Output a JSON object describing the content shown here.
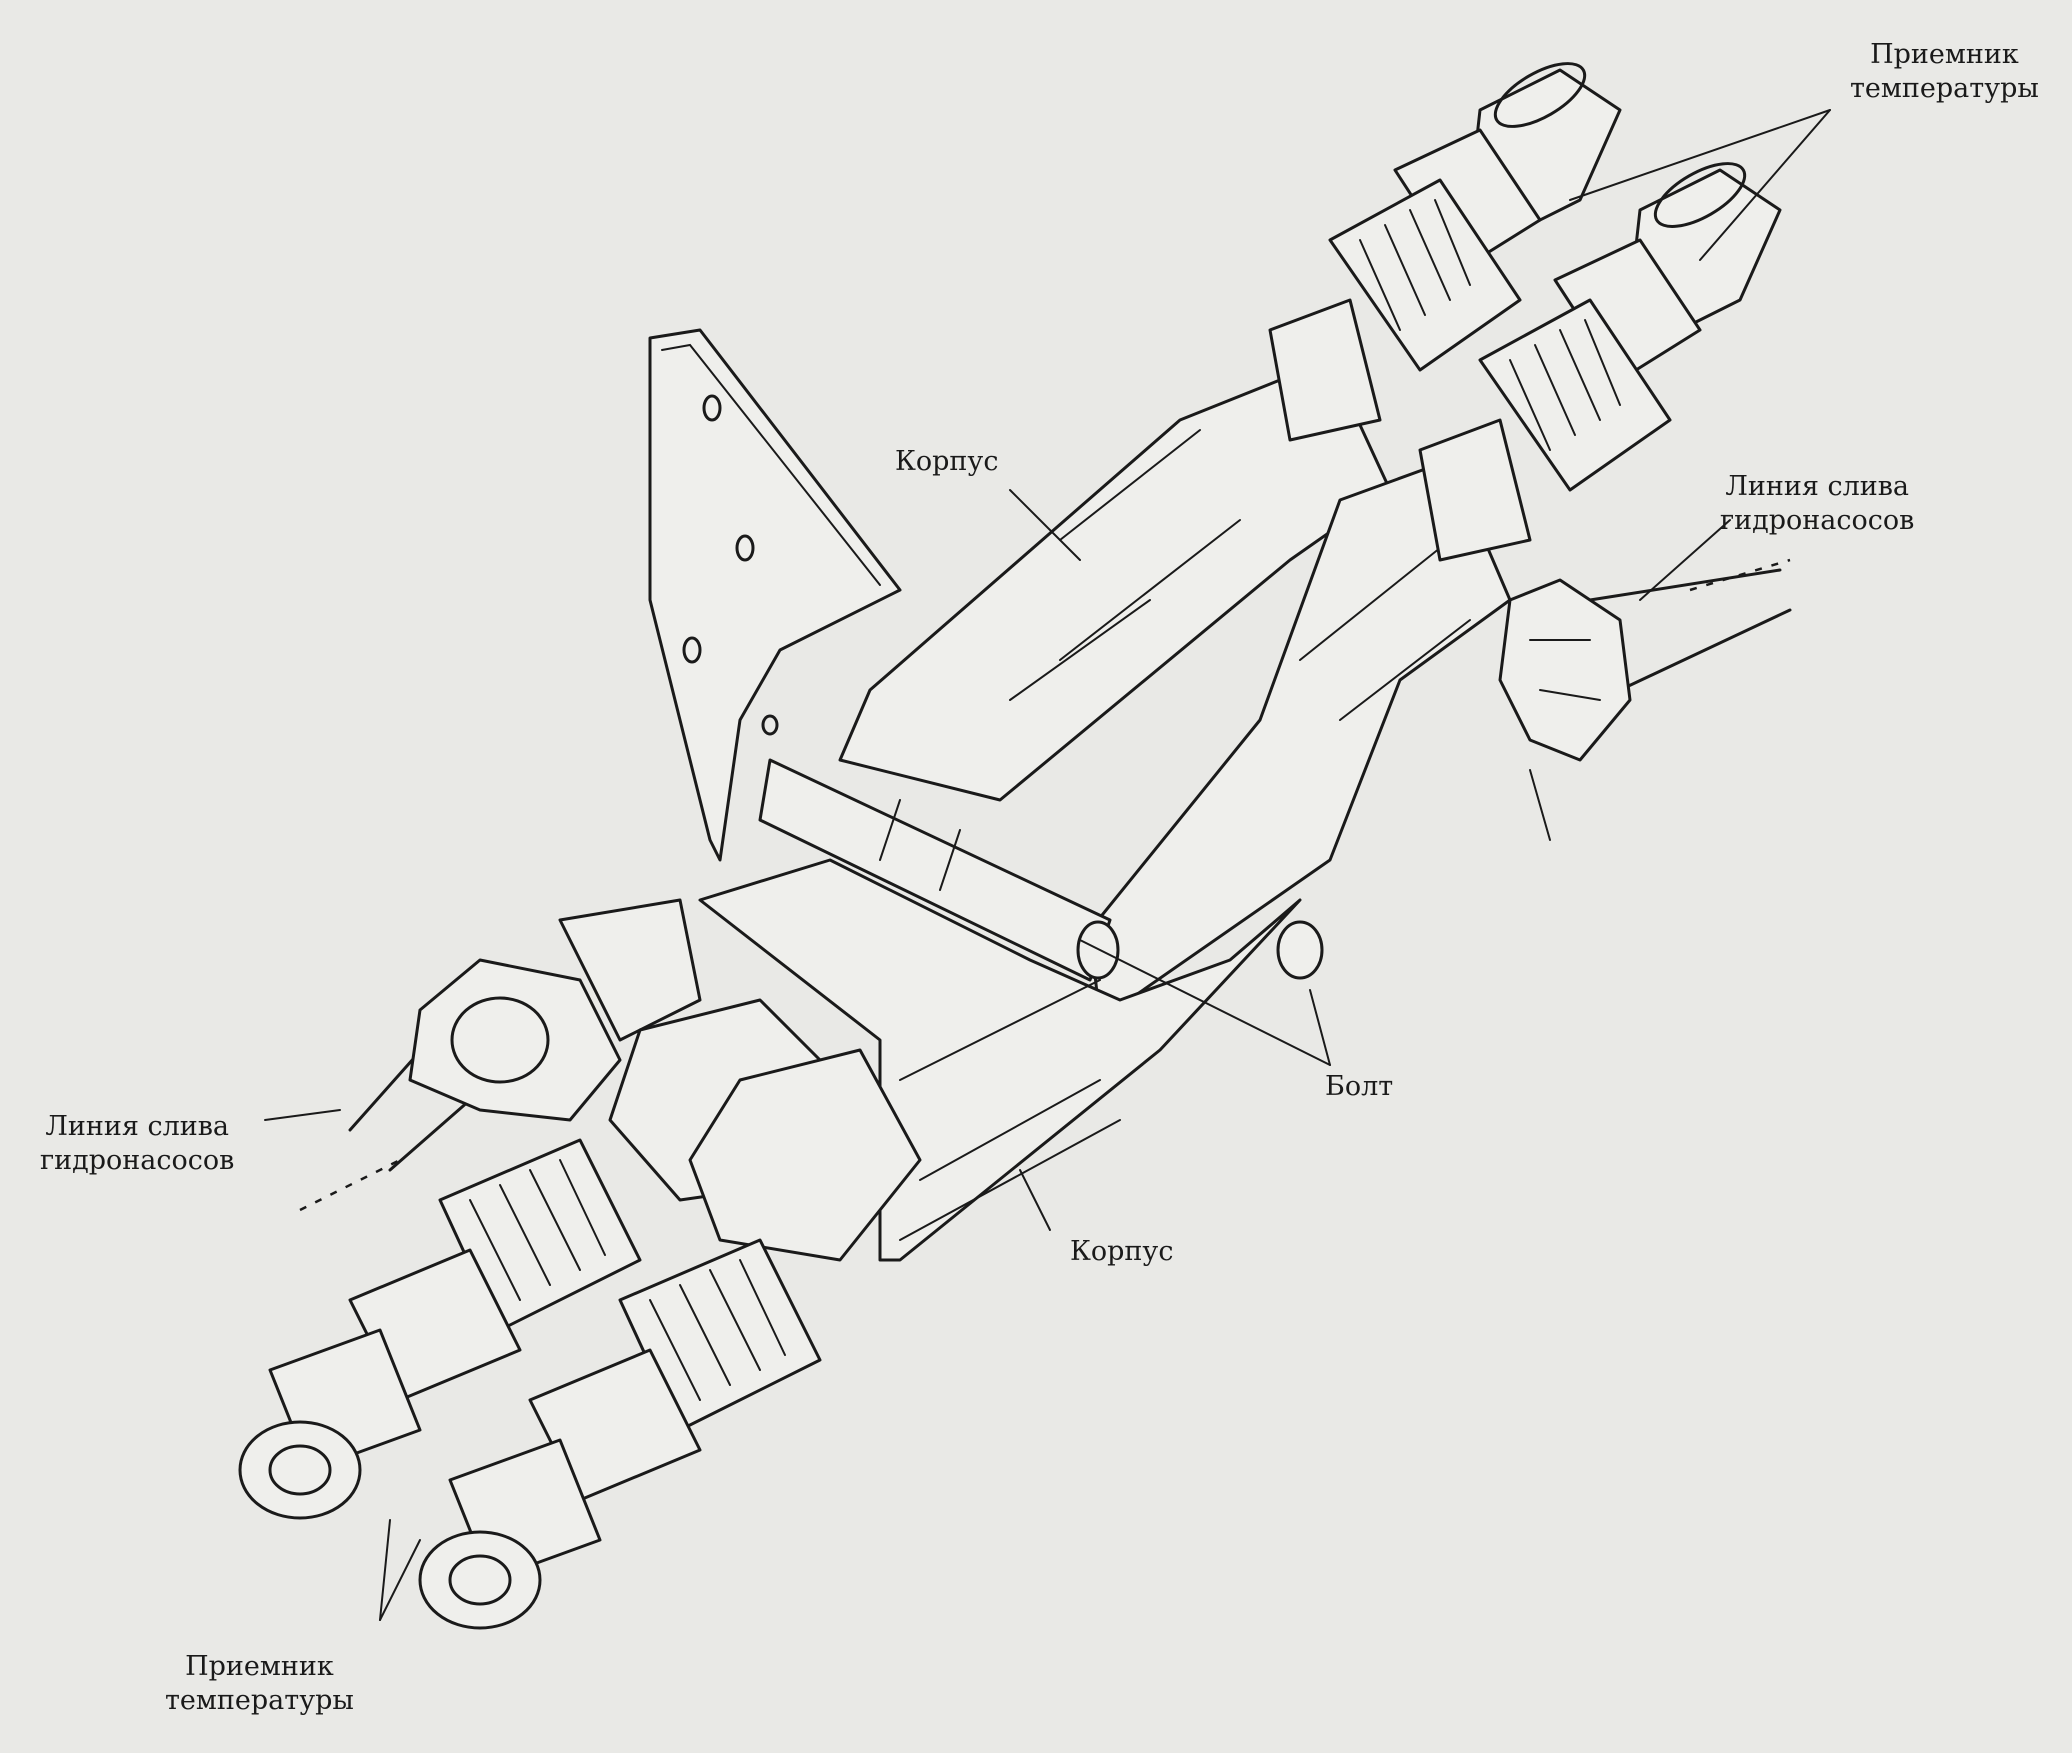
{
  "figure": {
    "labels": {
      "probe_top_right_line1": "Приемник",
      "probe_top_right_line2": "температуры",
      "housing_upper": "Корпус",
      "drain_right_line1": "Линия слива",
      "drain_right_line2": "гидронасосов",
      "bolt": "Болт",
      "drain_left_line1": "Линия слива",
      "drain_left_line2": "гидронасосов",
      "housing_lower": "Корпус",
      "probe_bottom_left_line1": "Приемник",
      "probe_bottom_left_line2": "температуры"
    },
    "icons": {
      "mount_bracket": "triangular-bracket",
      "probes": "temperature-probe",
      "fittings": "hex-nut-fitting"
    },
    "colors": {
      "paper": "#e9e9e6",
      "ink": "#1a1a1a"
    }
  }
}
